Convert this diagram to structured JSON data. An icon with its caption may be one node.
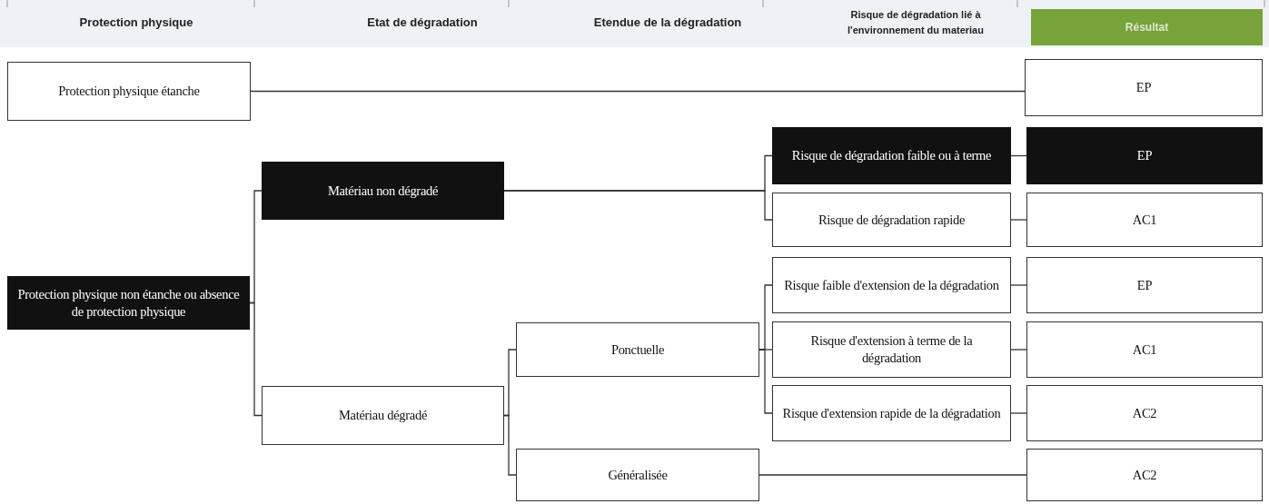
{
  "diagram": {
    "nodes": [
      {
        "text": [
          "Résultat"
        ]
      },
      {
        "text": [
          "Protection physique étanche"
        ]
      },
      {
        "text": [
          "EP"
        ]
      },
      {
        "text": [
          "Risque de dégradation faible ou à terme"
        ]
      },
      {
        "text": [
          "EP"
        ]
      },
      {
        "text": [
          "Matériau non dégradé"
        ]
      },
      {
        "text": [
          "Risque de dégradation rapide"
        ]
      },
      {
        "text": [
          "AC1"
        ]
      },
      {
        "text": [
          "Risque faible d'extension de la dégradation"
        ]
      },
      {
        "text": [
          "EP"
        ]
      },
      {
        "text": [
          "Protection physique non étanche ou absence de protection physique"
        ]
      },
      {
        "text": [
          "Ponctuelle"
        ]
      },
      {
        "text": [
          "Risque d'extension à terme de la dégradation"
        ]
      },
      {
        "text": [
          "AC1"
        ]
      },
      {
        "text": [
          "Matériau dégradé"
        ]
      },
      {
        "text": [
          "Risque d'extension rapide de la dégradation"
        ]
      },
      {
        "text": [
          "AC2"
        ]
      },
      {
        "text": [
          "Généralisée"
        ]
      },
      {
        "text": [
          "AC2"
        ]
      }
    ],
    "edges": [
      {
        "from": 1,
        "to": 2,
        "arrow": "none"
      },
      {
        "from": 10,
        "to": 5,
        "arrow": "none"
      },
      {
        "from": 10,
        "to": 14,
        "arrow": "none"
      },
      {
        "from": 5,
        "to": 3,
        "arrow": "none"
      },
      {
        "from": 5,
        "to": 6,
        "arrow": "none"
      },
      {
        "from": 3,
        "to": 4,
        "arrow": "none"
      },
      {
        "from": 6,
        "to": 7,
        "arrow": "none"
      },
      {
        "from": 14,
        "to": 11,
        "arrow": "none"
      },
      {
        "from": 14,
        "to": 17,
        "arrow": "none"
      },
      {
        "from": 11,
        "to": 8,
        "arrow": "none"
      },
      {
        "from": 11,
        "to": 12,
        "arrow": "none"
      },
      {
        "from": 11,
        "to": 15,
        "arrow": "none"
      },
      {
        "from": 8,
        "to": 9,
        "arrow": "none"
      },
      {
        "from": 12,
        "to": 13,
        "arrow": "none"
      },
      {
        "from": 15,
        "to": 16,
        "arrow": "none"
      },
      {
        "from": 17,
        "to": 18,
        "arrow": "none"
      }
    ],
    "labels": [
      "Protection physique",
      "Etat de dégradation",
      "Etendue de la dégradation",
      "Risque de dégradation lié à l'environnement du materiau"
    ]
  }
}
